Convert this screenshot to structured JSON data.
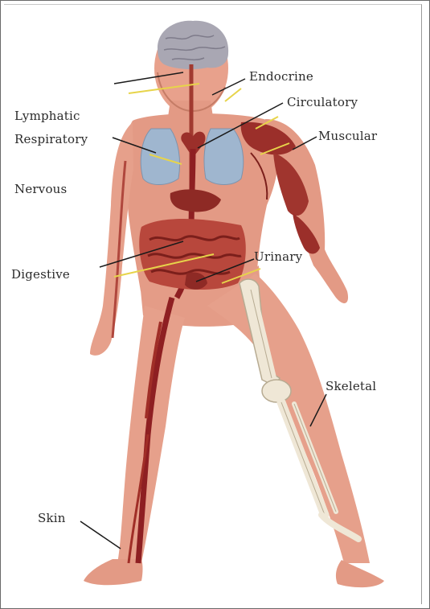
{
  "diagram": {
    "labels": {
      "endocrine": "Endocrine",
      "circulatory": "Circulatory",
      "lymphatic": "Lymphatic",
      "respiratory": "Respiratory",
      "muscular": "Muscular",
      "nervous": "Nervous",
      "digestive": "Digestive",
      "urinary": "Urinary",
      "skeletal": "Skeletal",
      "skin": "Skin"
    },
    "colors": {
      "skin": "#e8a18c",
      "skin_shadow": "#c8735f",
      "muscle": "#9b2f2a",
      "vessel": "#8e1f22",
      "lung": "#9fb6cf",
      "brain": "#a9a7b3",
      "bone": "#efe7d6",
      "pointer_yellow": "#e7d44a",
      "pointer_dark": "#1a1a1a"
    }
  }
}
